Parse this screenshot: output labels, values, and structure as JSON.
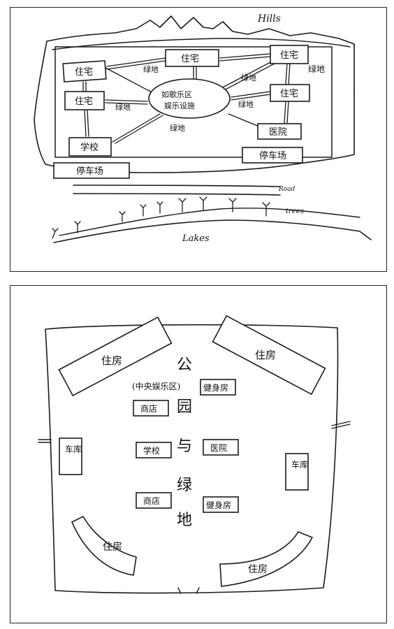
{
  "top_sketch": {
    "hills_label": "Hills",
    "road_label": "Road",
    "trees_label": "trees",
    "lakes_label": "Lakes",
    "center_label_line1": "如歌乐区",
    "center_label_line2": "娱乐设施",
    "nodes": {
      "house_top_left": "住宅",
      "house_mid_left": "住宅",
      "house_top_center": "住宅",
      "house_top_right": "住宅",
      "house_mid_right": "住宅",
      "school": "学校",
      "hospital": "医院",
      "parking_left": "停车场",
      "parking_right": "停车场"
    },
    "link_label": "绿地"
  },
  "bottom_sketch": {
    "park_vertical_text": [
      "公",
      "园",
      "与",
      "绿",
      "地"
    ],
    "central_label": "(中央娱乐区)",
    "buildings": {
      "housing_top_left": "住房",
      "housing_top_right": "住房",
      "housing_bottom_left": "住房",
      "housing_bottom_right": "住房",
      "gym_top": "健身房",
      "shop_top": "商店",
      "school": "学校",
      "hospital": "医院",
      "shop_bottom": "商店",
      "gym_bottom": "健身房",
      "garage_left": "车库",
      "garage_right": "车库"
    }
  }
}
